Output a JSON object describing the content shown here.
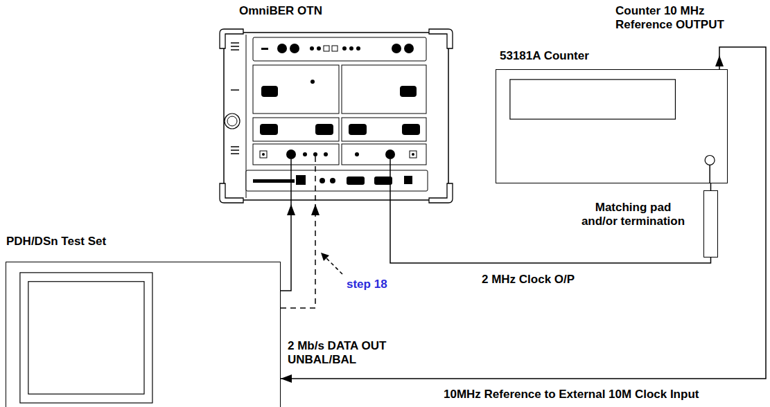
{
  "diagram": {
    "nodes": [
      {
        "text": [
          "OmniBER OTN"
        ]
      },
      {
        "text": [
          "53181A Counter"
        ]
      },
      {
        "text": [
          "Matching pad and/or termination"
        ]
      },
      {
        "text": [
          "PDH/DSn Test Set"
        ]
      }
    ],
    "edges": [
      {
        "from": 3,
        "to": 0,
        "arrow": "to",
        "label": "2 Mb/s DATA OUT UNBAL/BAL"
      },
      {
        "from": 3,
        "to": 0,
        "arrow": "to"
      },
      {
        "from": 0,
        "to": 2,
        "arrow": "none",
        "label": "2 MHz Clock O/P"
      },
      {
        "from": 2,
        "to": 1,
        "arrow": "none"
      },
      {
        "from": 1,
        "to": 3,
        "arrow": "to",
        "label": "10MHz Reference to External 10M Clock Input"
      }
    ],
    "labels": [
      "Counter 10 MHz Reference OUTPUT",
      "step 18"
    ]
  }
}
